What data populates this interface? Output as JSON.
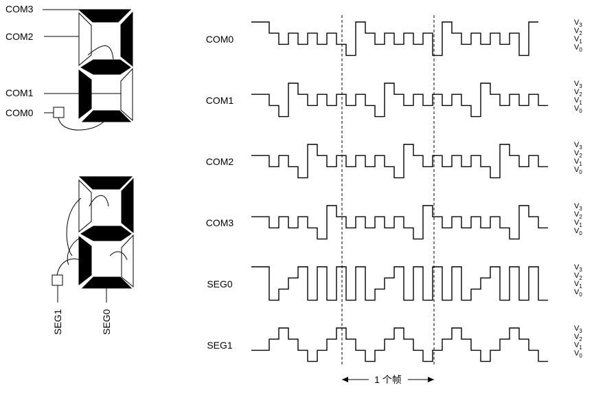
{
  "digit1": {
    "labels": [
      "COM3",
      "COM2",
      "COM1",
      "COM0"
    ]
  },
  "digit2": {
    "labels": [
      "SEG1",
      "SEG0"
    ]
  },
  "waveforms": {
    "rows": [
      {
        "name": "COM0",
        "levels": [
          3,
          2,
          1,
          2,
          1,
          2,
          1,
          2,
          1,
          0,
          3,
          2,
          1,
          2,
          1,
          2,
          1,
          2,
          0,
          3,
          2,
          1,
          2,
          1,
          2,
          1,
          2,
          0,
          3
        ]
      },
      {
        "name": "COM1",
        "levels": [
          2,
          1,
          0,
          3,
          2,
          1,
          2,
          1,
          2,
          1,
          2,
          1,
          0,
          3,
          2,
          1,
          2,
          1,
          2,
          1,
          2,
          1,
          0,
          3,
          2,
          1,
          2,
          1,
          2,
          1
        ]
      },
      {
        "name": "COM2",
        "levels": [
          2,
          1,
          2,
          1,
          0,
          3,
          2,
          1,
          2,
          1,
          2,
          1,
          2,
          1,
          0,
          3,
          2,
          1,
          2,
          1,
          2,
          1,
          2,
          1,
          0,
          3,
          2,
          1,
          2,
          1
        ]
      },
      {
        "name": "COM3",
        "levels": [
          2,
          1,
          2,
          1,
          2,
          1,
          0,
          3,
          2,
          1,
          2,
          1,
          2,
          1,
          2,
          1,
          0,
          3,
          2,
          1,
          2,
          1,
          2,
          1,
          2,
          1,
          0,
          3,
          2,
          1
        ]
      },
      {
        "name": "SEG0",
        "levels": [
          3,
          0,
          1,
          2,
          3,
          0,
          3,
          0,
          3,
          0,
          3,
          0,
          1,
          2,
          3,
          0,
          3,
          0,
          3,
          0,
          3,
          0,
          1,
          2,
          3,
          0,
          3,
          0,
          3,
          0
        ]
      },
      {
        "name": "SEG1",
        "levels": [
          1,
          2,
          3,
          2,
          1,
          0,
          1,
          2,
          3,
          2,
          1,
          0,
          1,
          2,
          3,
          2,
          1,
          0,
          1,
          2,
          3,
          2,
          1,
          0,
          1,
          2,
          3,
          2,
          1,
          0
        ]
      }
    ],
    "level_names": [
      "V3",
      "V2",
      "V1",
      "V0"
    ],
    "frame_label": "1 个帧"
  }
}
